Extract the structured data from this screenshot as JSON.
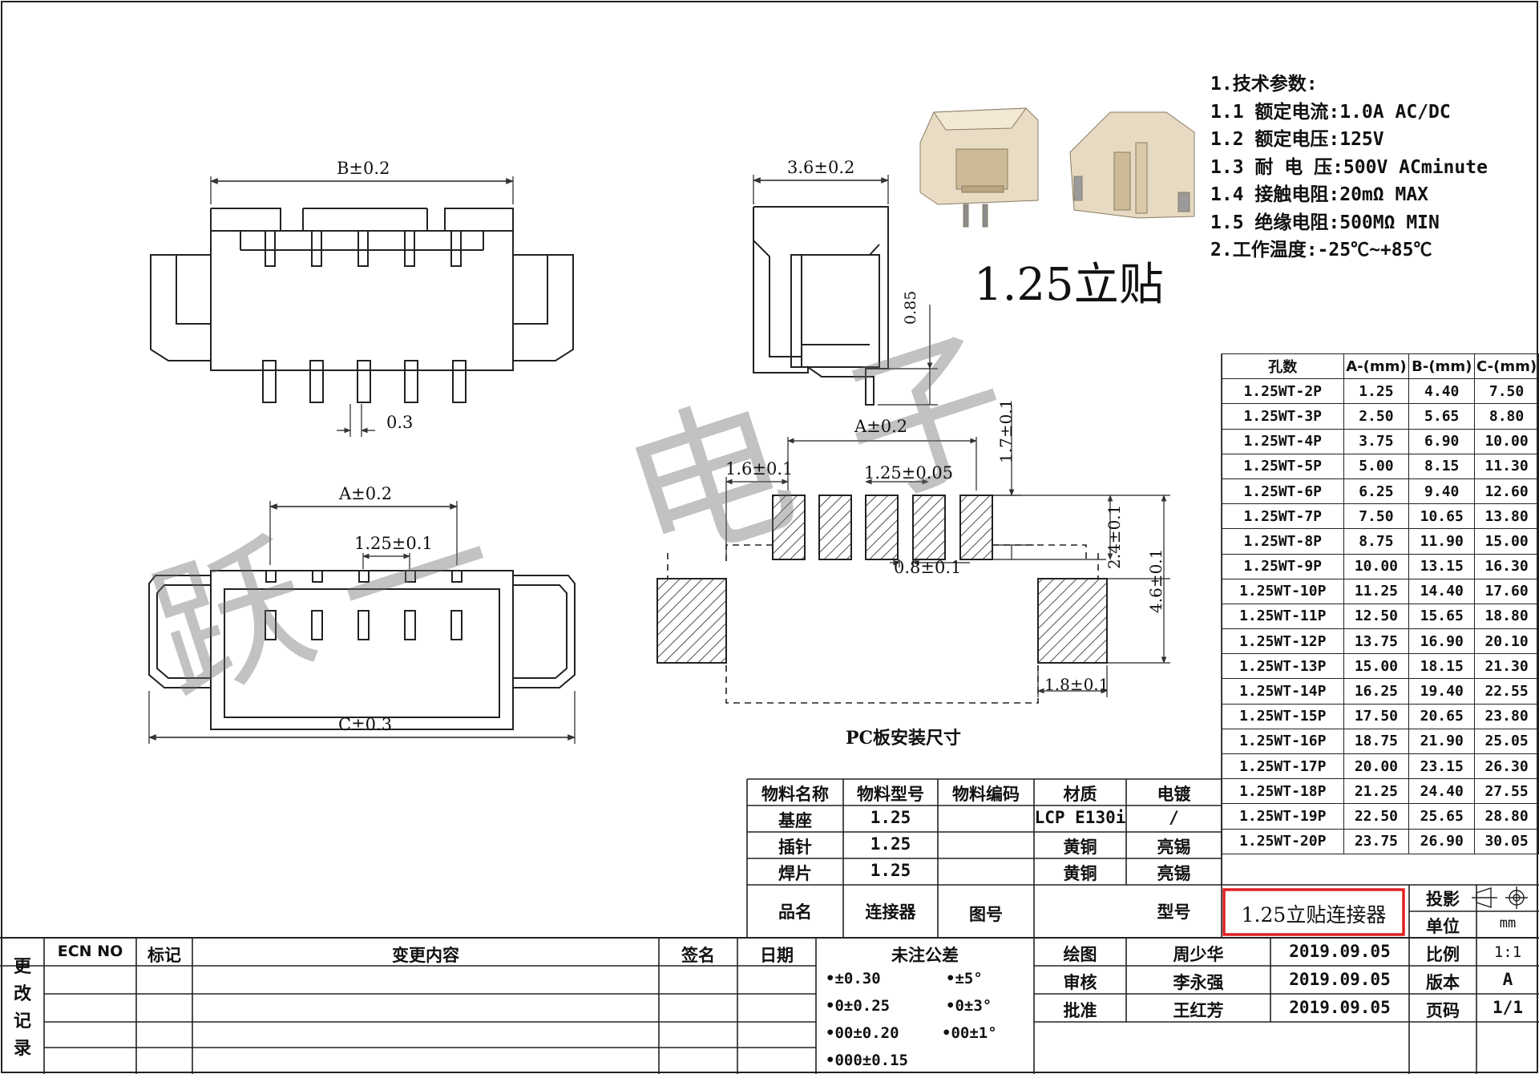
{
  "specs": {
    "heading": "1.技术参数:",
    "lines": [
      "1.1 额定电流:1.0A AC/DC",
      "1.2 额定电压:125V",
      "1.3 耐 电 压:500V ACminute",
      "1.4 接触电阻:20mΩ MAX",
      "1.5 绝缘电阻:500MΩ MIN",
      "2.工作温度:-25℃~+85℃"
    ]
  },
  "product_title": "1.25立贴",
  "watermark_chars": [
    "跃",
    "一",
    "电",
    "子"
  ],
  "dimensions": {
    "b": "B±0.2",
    "pin_width": "0.3",
    "a_bottom": "A±0.2",
    "pitch_bottom": "1.25±0.1",
    "c": "C±0.3",
    "side_width": "3.6±0.2",
    "side_085": "0.85",
    "pcb_a": "A±0.2",
    "pcb_16": "1.6±0.1",
    "pcb_pitch": "1.25±0.05",
    "pcb_17": "1.7±0.1",
    "pcb_08": "0.8±0.1",
    "pcb_24": "2.4±0.1",
    "pcb_46": "4.6±0.1",
    "pcb_18": "1.8±0.1"
  },
  "pcb_caption": "PC板安装尺寸",
  "pin_table": {
    "headers": [
      "孔数",
      "A-(mm)",
      "B-(mm)",
      "C-(mm)"
    ],
    "rows": [
      [
        "1.25WT-2P",
        "1.25",
        "4.40",
        "7.50"
      ],
      [
        "1.25WT-3P",
        "2.50",
        "5.65",
        "8.80"
      ],
      [
        "1.25WT-4P",
        "3.75",
        "6.90",
        "10.00"
      ],
      [
        "1.25WT-5P",
        "5.00",
        "8.15",
        "11.30"
      ],
      [
        "1.25WT-6P",
        "6.25",
        "9.40",
        "12.60"
      ],
      [
        "1.25WT-7P",
        "7.50",
        "10.65",
        "13.80"
      ],
      [
        "1.25WT-8P",
        "8.75",
        "11.90",
        "15.00"
      ],
      [
        "1.25WT-9P",
        "10.00",
        "13.15",
        "16.30"
      ],
      [
        "1.25WT-10P",
        "11.25",
        "14.40",
        "17.60"
      ],
      [
        "1.25WT-11P",
        "12.50",
        "15.65",
        "18.80"
      ],
      [
        "1.25WT-12P",
        "13.75",
        "16.90",
        "20.10"
      ],
      [
        "1.25WT-13P",
        "15.00",
        "18.15",
        "21.30"
      ],
      [
        "1.25WT-14P",
        "16.25",
        "19.40",
        "22.55"
      ],
      [
        "1.25WT-15P",
        "17.50",
        "20.65",
        "23.80"
      ],
      [
        "1.25WT-16P",
        "18.75",
        "21.90",
        "25.05"
      ],
      [
        "1.25WT-17P",
        "20.00",
        "23.15",
        "26.30"
      ],
      [
        "1.25WT-18P",
        "21.25",
        "24.40",
        "27.55"
      ],
      [
        "1.25WT-19P",
        "22.50",
        "25.65",
        "28.80"
      ],
      [
        "1.25WT-20P",
        "23.75",
        "26.90",
        "30.05"
      ]
    ]
  },
  "bom": {
    "headers": [
      "物料名称",
      "物料型号",
      "物料编码",
      "材质",
      "电镀"
    ],
    "rows": [
      [
        "基座",
        "1.25",
        "",
        "LCP E130i",
        "/"
      ],
      [
        "插针",
        "1.25",
        "",
        "黄铜",
        "亮锡"
      ],
      [
        "焊片",
        "1.25",
        "",
        "黄铜",
        "亮锡"
      ]
    ]
  },
  "title_block": {
    "pin_name_label": "品名",
    "pin_name_value": "连接器",
    "drawing_no_label": "图号",
    "drawing_no_value": "",
    "model_label": "型号",
    "model_value": "1.25立贴连接器",
    "projection_label": "投影",
    "unit_label": "单位",
    "unit_value": "mm",
    "scale_label": "比例",
    "scale_value": "1:1",
    "version_label": "版本",
    "version_value": "A",
    "page_label": "页码",
    "page_value": "1/1",
    "drawn_label": "绘图",
    "drawn_by": "周少华",
    "drawn_date": "2019.09.05",
    "check_label": "审核",
    "check_by": "李永强",
    "check_date": "2019.09.05",
    "approve_label": "批准",
    "approve_by": "王红芳",
    "approve_date": "2019.09.05"
  },
  "change_log": {
    "side_label": [
      "更",
      "改",
      "记",
      "录"
    ],
    "headers": [
      "ECN NO",
      "标记",
      "变更内容",
      "签名",
      "日期"
    ]
  },
  "tolerance": {
    "title": "未注公差",
    "items": [
      "•±0.30",
      "•±5°",
      "•0±0.25",
      "•0±3°",
      "•00±0.20",
      "•00±1°",
      "•000±0.15"
    ]
  },
  "highlight_color": "#e02020"
}
